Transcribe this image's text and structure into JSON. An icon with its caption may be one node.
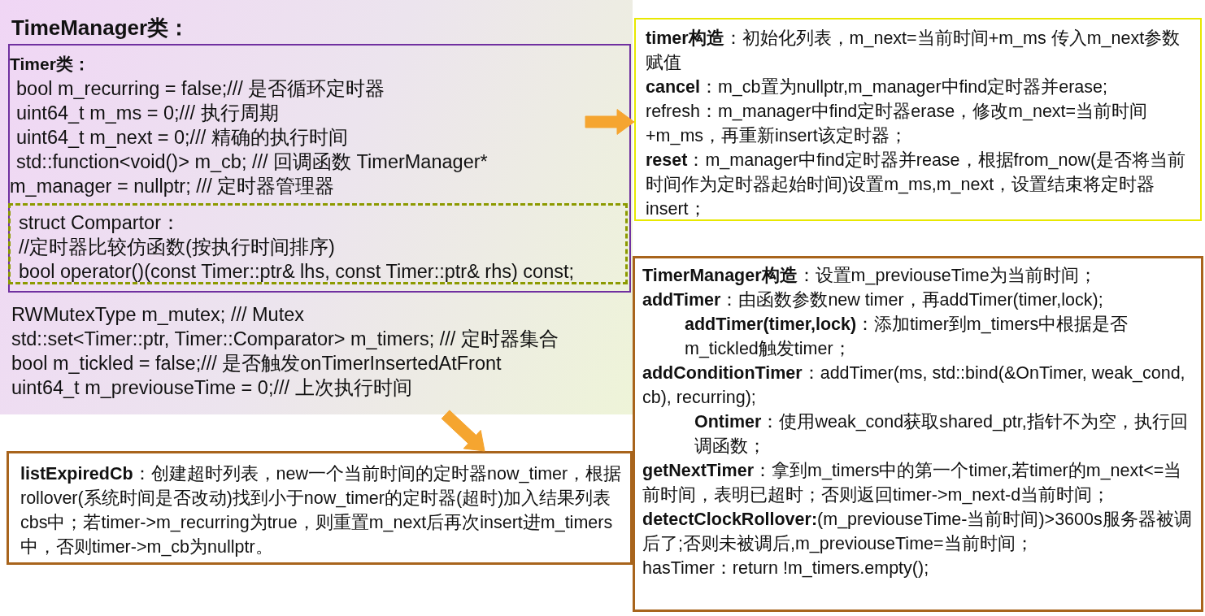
{
  "diagram": {
    "nodes": [
      {
        "text": [
          "TimeManager类：",
          "RWMutexType m_mutex; /// Mutex",
          "std::set<Timer::ptr, Timer::Comparator> m_timers; /// 定时器集合",
          "bool m_tickled = false;/// 是否触发onTimerInsertedAtFront",
          "uint64_t m_previouseTime = 0;/// 上次执行时间"
        ]
      },
      {
        "text": [
          "Timer类：",
          "bool m_recurring = false;/// 是否循环定时器",
          "uint64_t m_ms = 0;/// 执行周期",
          "uint64_t m_next = 0;/// 精确的执行时间",
          "std::function<void()> m_cb; /// 回调函数 TimerManager*",
          "m_manager = nullptr; /// 定时器管理器"
        ],
        "in": 0
      },
      {
        "text": [
          "struct Compartor：",
          "//定时器比较仿函数(按执行时间排序)",
          "bool operator()(const Timer::ptr& lhs, const Timer::ptr& rhs) const;"
        ],
        "in": 1
      },
      {
        "text": [
          "**timer构造**：初始化列表，m_next=当前时间+m_ms 传入m_next参数赋值",
          "**cancel**：m_cb置为nullptr,m_manager中find定时器并erase;",
          "refresh：m_manager中find定时器erase，修改m_next=当前时间+m_ms，再重新insert该定时器；",
          "**reset**：m_manager中find定时器并rease，根据from_now(是否将当前时间作为定时器起始时间)设置m_ms,m_next，设置结束将定时器insert；"
        ]
      },
      {
        "text": [
          "**TimerManager构造**：设置m_previouseTime为当前时间；",
          "**addTimer**：由函数参数new timer，再addTimer(timer,lock);",
          "**addTimer(timer,lock)**：添加timer到m_timers中根据是否m_tickled触发timer；",
          "**addConditionTimer**：addTimer(ms, std::bind(&OnTimer, weak_cond, cb), recurring);",
          "**Ontimer**：使用weak_cond获取shared_ptr,指针不为空，执行回调函数；",
          "**getNextTimer**：拿到m_timers中的第一个timer,若timer的m_next<=当前时间，表明已超时；否则返回timer->m_next-d当前时间；",
          "**detectClockRollover:**(m_previouseTime-当前时间)>3600s服务器被调后了;否则未被调后,m_previouseTime=当前时间；",
          "hasTimer：return !m_timers.empty();"
        ]
      },
      {
        "text": [
          "**listExpiredCb**：创建超时列表，new一个当前时间的定时器now_timer，根据rollover(系统时间是否改动)找到小于now_timer的定时器(超时)加入结果列表cbs中；若timer->m_recurring为true，则重置m_next后再次insert进m_timers中，否则timer->m_cb为nullptr。"
        ]
      }
    ],
    "edges": [
      {
        "from": 1,
        "to": 3,
        "arrow": "to"
      },
      {
        "from": 0,
        "to": 5,
        "arrow": "to"
      }
    ]
  }
}
